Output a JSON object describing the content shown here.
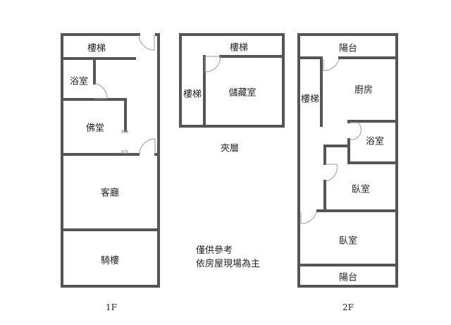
{
  "floor_1": {
    "caption": "1F",
    "rooms": [
      "樓梯",
      "浴室",
      "佛堂",
      "客廳",
      "騎樓"
    ]
  },
  "mezzanine": {
    "caption": "夾層",
    "rooms": [
      "樓梯",
      "樓梯",
      "儲藏室"
    ]
  },
  "floor_2": {
    "caption": "2F",
    "rooms": [
      "陽台",
      "樓梯",
      "廚房",
      "浴室",
      "臥室",
      "臥室",
      "陽台"
    ]
  },
  "note": {
    "line1": "僅供參考",
    "line2": "依房屋現場為主"
  }
}
